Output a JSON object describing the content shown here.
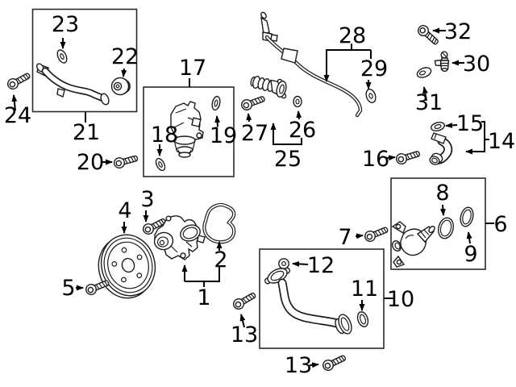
{
  "colors": {
    "background": "#ffffff",
    "line_ink": "#000000",
    "part_ink": "#1c1c1c",
    "box_border": "#2b2b2b"
  },
  "callouts": {
    "1": "1",
    "2": "2",
    "3": "3",
    "4": "4",
    "5": "5",
    "6": "6",
    "7": "7",
    "8": "8",
    "9": "9",
    "10": "10",
    "11": "11",
    "12": "12",
    "13": "13",
    "14": "14",
    "15": "15",
    "16": "16",
    "17": "17",
    "18": "18",
    "19": "19",
    "20": "20",
    "21": "21",
    "22": "22",
    "23": "23",
    "24": "24",
    "25": "25",
    "26": "26",
    "27": "27",
    "28": "28",
    "29": "29",
    "30": "30",
    "31": "31",
    "32": "32"
  }
}
